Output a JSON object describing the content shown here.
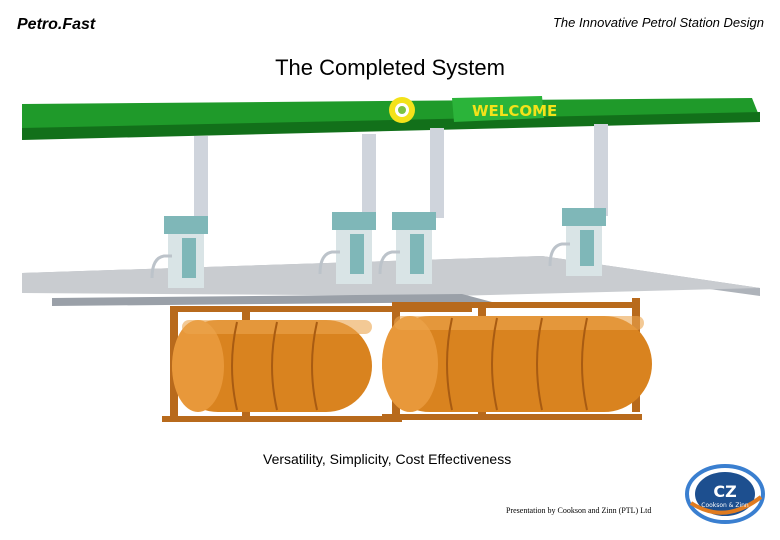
{
  "header": {
    "brand": "Petro.Fast",
    "tagline": "The Innovative Petrol Station Design"
  },
  "slide": {
    "title": "The Completed System",
    "caption": "Versatility, Simplicity, Cost Effectiveness",
    "credit": "Presentation by Cookson and Zinn (PTL) Ltd"
  },
  "illustration": {
    "canopy_sign": "WELCOME",
    "colors": {
      "canopy": "#1f9a2a",
      "canopy_dark": "#12701a",
      "tank": "#d9831f",
      "tank_dark": "#a85b12",
      "frame": "#b86a1c",
      "slab": "#c9ccd0"
    }
  },
  "logo": {
    "monogram": "CZ",
    "name": "Cookson & Zinn",
    "colors": {
      "ring": "#3a7fd0",
      "inner": "#1d4f8f",
      "accent": "#e07b1f"
    }
  }
}
